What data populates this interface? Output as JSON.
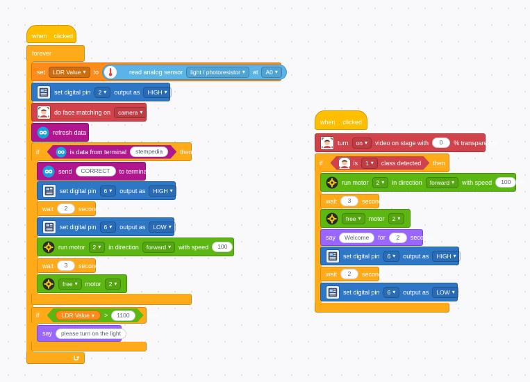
{
  "labels": {
    "when": "when",
    "clicked": "clicked",
    "forever": "forever",
    "set": "set",
    "to": "to",
    "read_analog_sensor": "read analog sensor",
    "at": "at",
    "set_digital_pin": "set digital pin",
    "output_as": "output as",
    "do_face_matching_on": "do face matching on",
    "refresh_data": "refresh data",
    "if": "if",
    "then": "then",
    "is_data_from_terminal": "is data from terminal",
    "send": "send",
    "to_terminal": "to terminal",
    "wait": "wait",
    "seconds": "seconds",
    "run_motor": "run motor",
    "in_direction": "in direction",
    "with_speed": "with speed",
    "percent": "%",
    "motor": "motor",
    "gt": ">",
    "say": "say",
    "turn": "turn",
    "video_on_stage_with": "video on stage with",
    "pct_transparency": "% transparency",
    "is": "is",
    "class_detected": "class detected",
    "for": "for"
  },
  "script_left": {
    "var_name": "LDR Value",
    "sensor": "light / photoresistor",
    "sensor_pin": "A0",
    "pin1": "2",
    "pin1_state": "HIGH",
    "face_source": "camera",
    "terminal_name": "stempedia",
    "send_text": "CORRECT",
    "pin2": "6",
    "pin2_state": "HIGH",
    "wait1": "2",
    "pin3": "6",
    "pin3_state": "LOW",
    "motor1": "2",
    "direction": "forward",
    "speed": "100",
    "wait2": "3",
    "free_mode": "free",
    "motor2": "2",
    "ldr_reporter": "LDR Value",
    "threshold": "1100",
    "say_text": "please turn on the light"
  },
  "script_right": {
    "video_state": "on",
    "transparency": "0",
    "class_num": "1",
    "motor1": "2",
    "direction": "forward",
    "speed": "100",
    "wait1": "3",
    "free_mode": "free",
    "motor2": "2",
    "say_text": "Welcome",
    "say_secs": "2",
    "pin1": "6",
    "pin1_state": "HIGH",
    "wait2": "2",
    "pin2": "6",
    "pin2_state": "LOW"
  },
  "colors": {
    "control": "#ffab19",
    "events": "#ffbf00",
    "board": "#2e76c6",
    "face": "#d1434b",
    "wireless": "#b0178f",
    "motor": "#5cb712",
    "looks": "#9966ff",
    "variables": "#ff8c1a"
  },
  "icons": {
    "flag": "green-flag-icon",
    "thermometer": "thermometer-icon",
    "board": "board-icon",
    "face": "face-icon",
    "terminal": "infinity-icon",
    "motor": "gear-icon",
    "loop_arrow": "loop-arrow-icon"
  }
}
